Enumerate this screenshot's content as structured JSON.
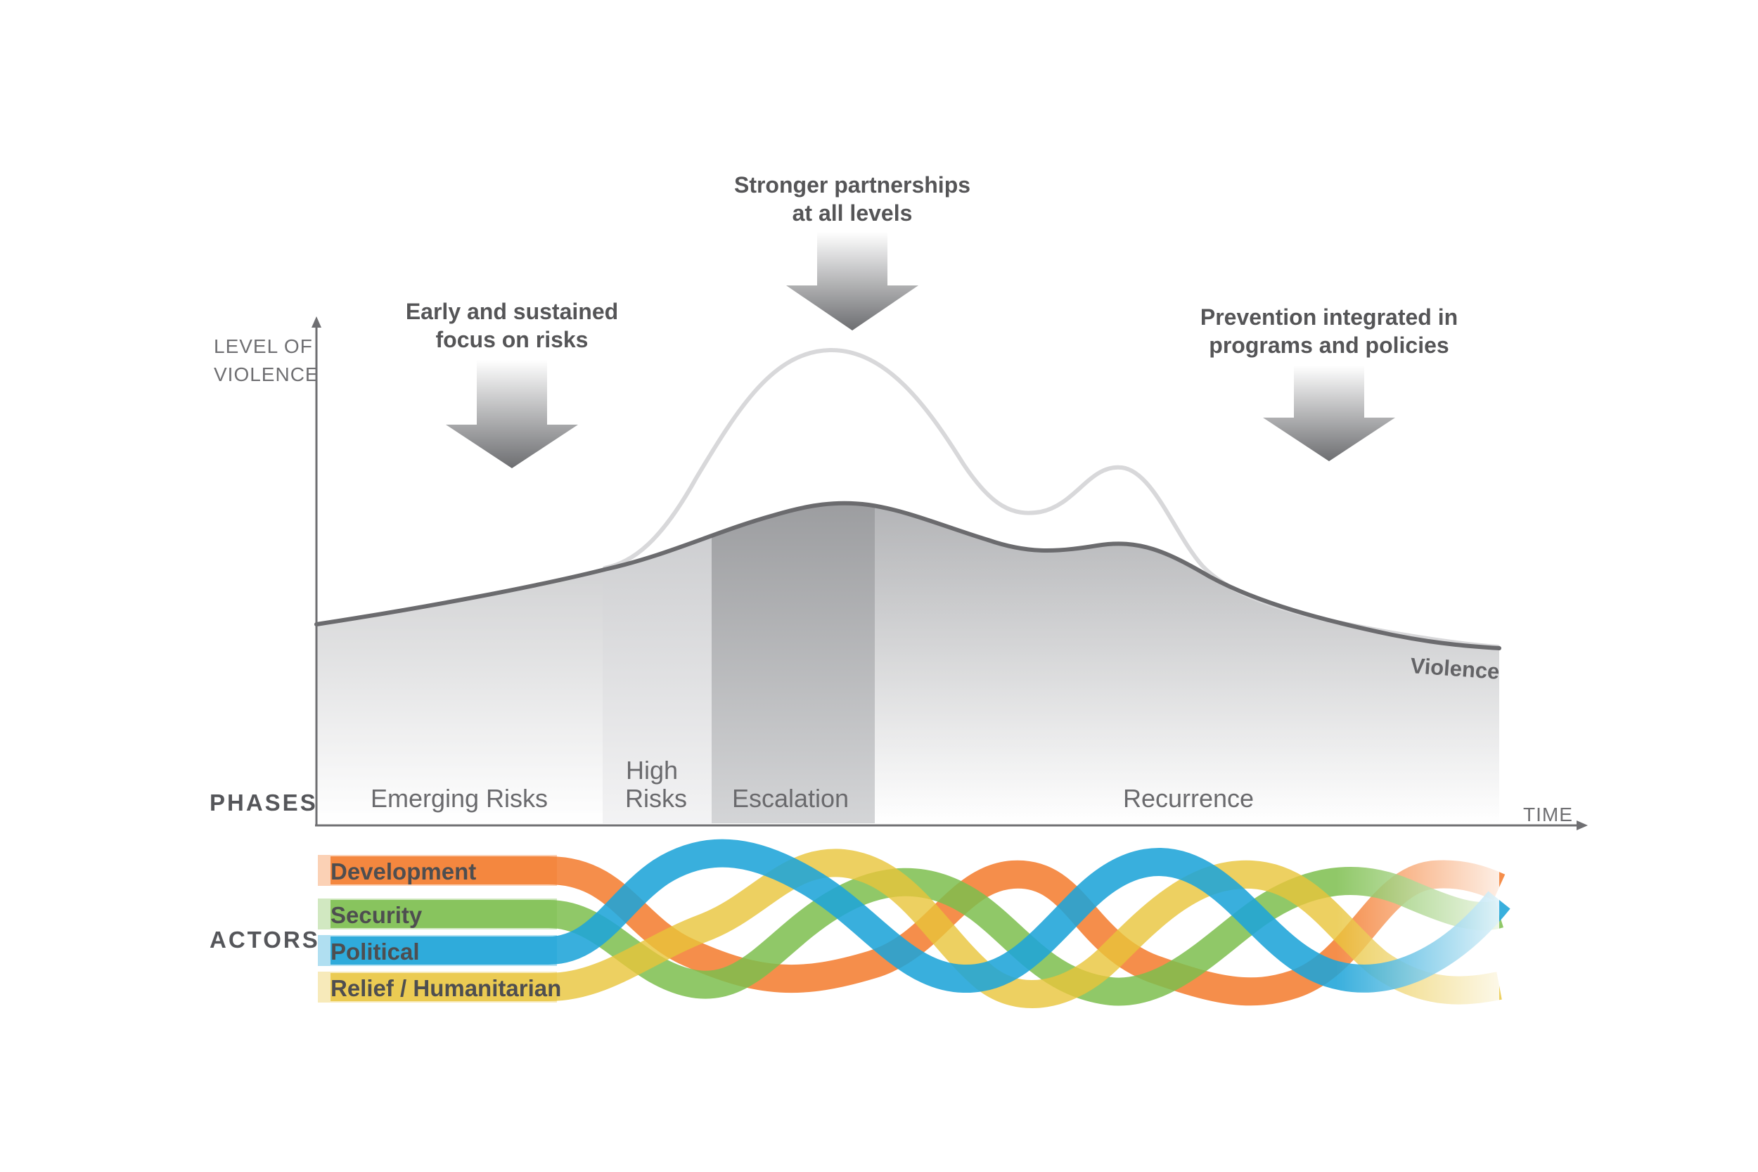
{
  "callouts": {
    "left": [
      "Early and sustained",
      "focus on risks"
    ],
    "center": [
      "Stronger partnerships",
      "at all levels"
    ],
    "right": [
      "Prevention integrated in",
      "programs and policies"
    ]
  },
  "axes": {
    "y_label": [
      "LEVEL OF",
      "VIOLENCE"
    ],
    "x_label": "TIME"
  },
  "sections": {
    "phases": "PHASES",
    "actors": "ACTORS"
  },
  "phases": [
    {
      "lines": [
        "Emerging Risks"
      ]
    },
    {
      "lines": [
        "High",
        "Risks"
      ]
    },
    {
      "lines": [
        "Escalation"
      ]
    },
    {
      "lines": [
        "Recurrence"
      ]
    }
  ],
  "curve_label": "Violence",
  "actors": [
    {
      "label": "Development",
      "color": "#f37a2b"
    },
    {
      "label": "Security",
      "color": "#7cbe4e"
    },
    {
      "label": "Political",
      "color": "#1ea4d8"
    },
    {
      "label": "Relief / Humanitarian",
      "color": "#e8c43a"
    }
  ],
  "colors": {
    "violence_line": "#6b6b6e",
    "potential_line": "#d8d8da",
    "axis": "#6f6f72"
  }
}
